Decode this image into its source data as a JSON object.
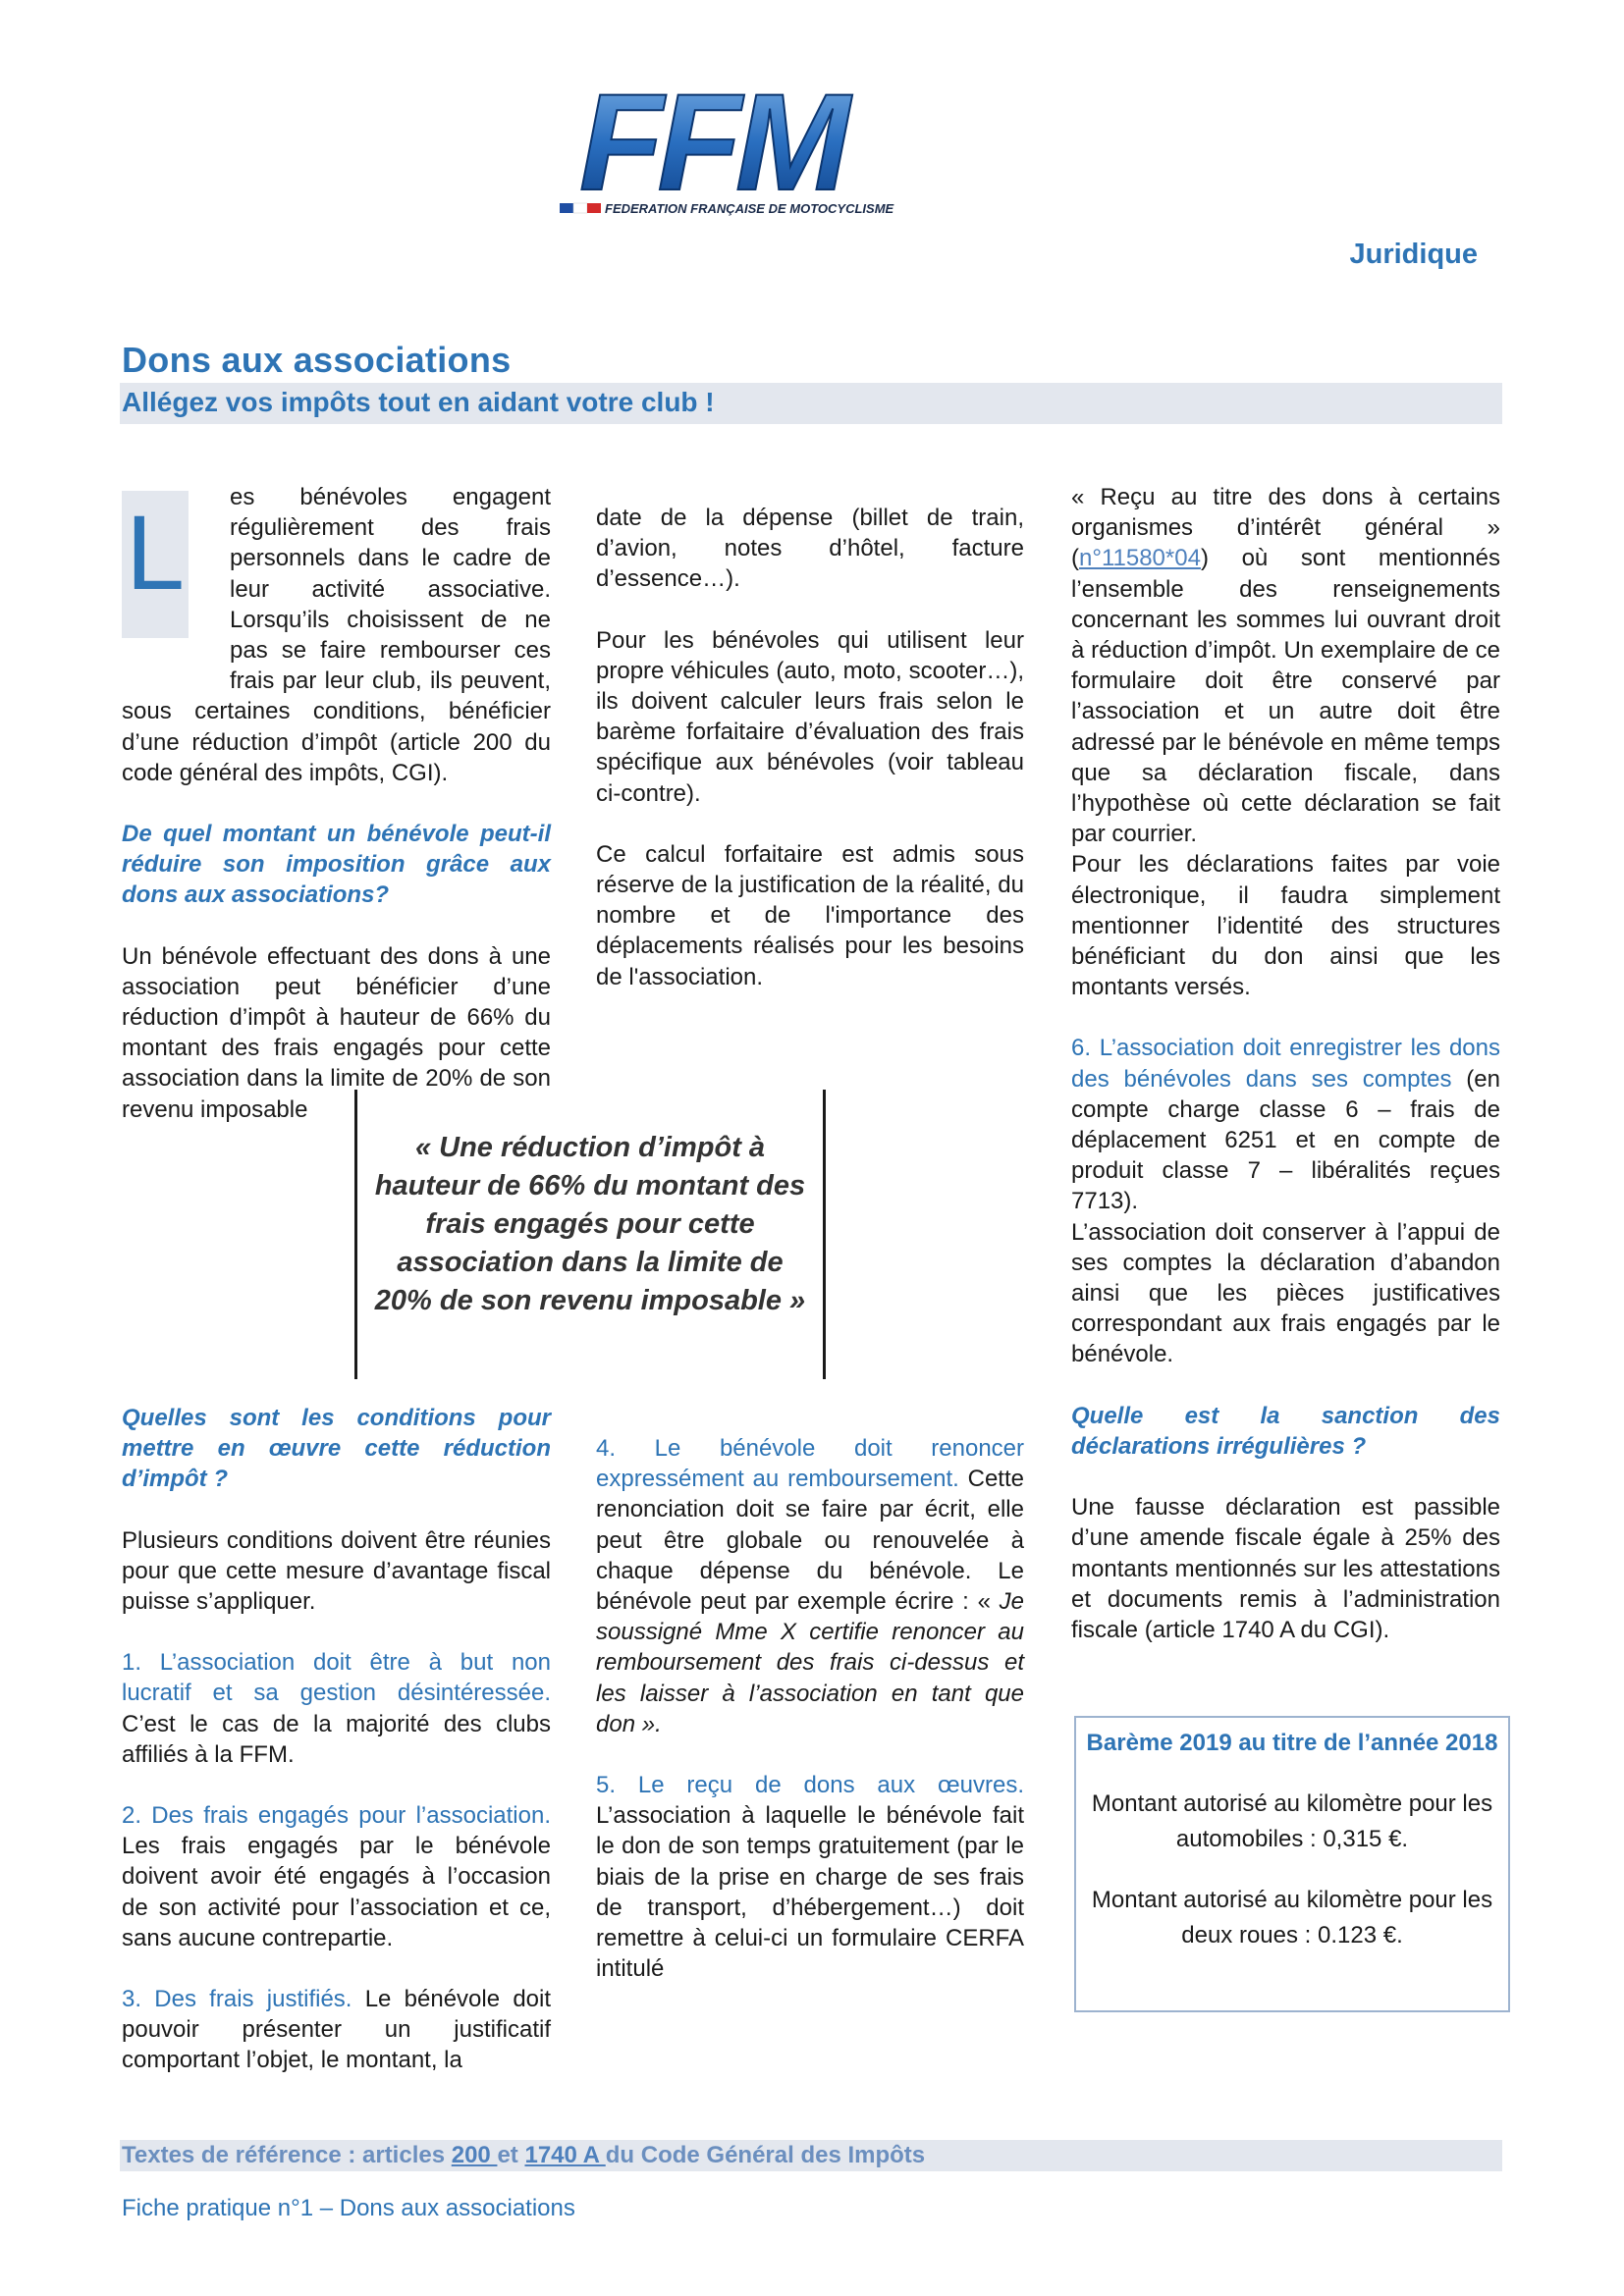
{
  "header": {
    "logo_text": "FFM",
    "logo_subtitle": "FEDERATION FRANÇAISE DE MOTOCYCLISME",
    "section": "Juridique"
  },
  "title": "Dons aux associations",
  "subtitle": "Allégez vos impôts tout en aidant votre club    !",
  "col1": {
    "dropcap": "L",
    "intro": "es bénévoles engagent régulièrement des frais personnels dans le cadre de leur activité associative. Lorsqu’ils choisissent de ne pas se faire rembourser ces frais par leur club, ils peuvent, sous certaines conditions, bénéficier d’une réduction d’impôt (article 200 du code général des impôts, CGI).",
    "q1": "De quel montant un bénévole peut-il réduire son imposition grâce aux dons aux associations?",
    "a1": "Un bénévole effectuant des dons à une association peut bénéficier d’une réduction d’impôt à hauteur de 66% du montant des frais engagés pour cette association dans la limite de 20% de son revenu imposable",
    "q2": "Quelles sont les conditions pour mettre en œuvre cette réduction d’impôt ?",
    "a2": "Plusieurs conditions doivent être réunies pour que cette mesure d’avantage fiscal puisse s’appliquer.",
    "c1_head": "1. L’association doit être à but non lucratif et sa gestion désintéressée.",
    "c1_text": " C’est le cas de la majorité des clubs affiliés à la FFM.",
    "c2_head": "2. Des frais engagés pour l’association.",
    "c2_text": " Les frais engagés par le bénévole doivent avoir été engagés à l’occasion de son activité pour l’association et ce, sans aucune contrepartie.",
    "c3_head": "3. Des frais justifiés.",
    "c3_text": " Le bénévole doit pouvoir présenter un justificatif comportant l’objet, le montant, la"
  },
  "col2": {
    "p1": "date de la dépense (billet de train, d’avion, notes d’hôtel, facture d’essence…).",
    "p2": "Pour les bénévoles qui utilisent leur propre véhicules (auto, moto, scooter…), ils doivent calculer leurs frais selon le barème forfaitaire d’évaluation des frais spécifique aux bénévoles (voir tableau ci-contre).",
    "p3": "Ce calcul forfaitaire est admis sous réserve de la justification de la réalité, du nombre et de l'importance des déplacements réalisés pour les besoins de l'association.",
    "c4_head": "4. Le bénévole doit renoncer expressément au remboursement.",
    "c4_text": " Cette renonciation doit se faire par écrit, elle peut être globale ou renouvelée à chaque dépense du bénévole. Le bénévole peut par exemple écrire : « ",
    "c4_quote": "Je soussigné Mme X certifie renoncer au remboursement des frais ci-dessus et les laisser à l’association en tant que don",
    "c4_end": " ».",
    "c5_head": "5. Le reçu de dons aux œuvres.",
    "c5_text": " L’association à laquelle le bénévole fait le don de son temps gratuitement (par le biais de la prise en charge de ses frais de transport, d’hébergement…) doit remettre à celui-ci un formulaire CERFA   intitulé"
  },
  "col3": {
    "p1_start": "« Reçu au titre des dons à certains organismes d’intérêt général » (",
    "p1_link": "n°11580*04",
    "p1_end": ") où sont mentionnés l’ensemble des renseignements concernant les sommes lui ouvrant droit à réduction d’impôt. Un exemplaire de ce formulaire doit être conservé par l’association et un autre doit être adressé par le bénévole en même temps que sa déclaration fiscale, dans l’hypothèse où cette déclaration se fait par courrier.",
    "p2": "Pour les déclarations faites par voie électronique, il faudra simplement mentionner l’identité des structures bénéficiant du don ainsi que les montants versés.",
    "c6_head": "6. L’association doit enregistrer les dons des bénévoles dans ses comptes",
    "c6_text": " (en compte charge classe 6 – frais de déplacement 6251 et en compte de produit classe 7 – libéralités reçues 7713).",
    "p3": "L’association doit conserver à l’appui de ses comptes la déclaration d’abandon ainsi que les pièces justificatives correspondant aux frais engagés par le bénévole.",
    "q3": "Quelle est la sanction des déclarations irrégulières ?",
    "a3": "Une fausse déclaration est passible d’une amende fiscale égale à 25% des montants mentionnés sur les attestations et documents remis à l’administration fiscale (article 1740 A du CGI)."
  },
  "pull_quote": "« Une réduction d’impôt à hauteur de 66% du montant des frais engagés pour cette association dans la limite de 20% de son revenu imposable »",
  "bareme": {
    "title": "Barème 2019 au titre de l’année 2018",
    "auto": "Montant autorisé au kilomètre pour les automobiles : 0,315 €.",
    "deux_roues": "Montant autorisé au kilomètre pour les deux roues : 0.123 €."
  },
  "references": {
    "label": "Textes de référence : articles ",
    "art1": "200 ",
    "mid": "et ",
    "art2": "1740 A ",
    "end": "du Code Général des Impôts"
  },
  "footer": "Fiche pratique n°1 – Dons aux associations",
  "colors": {
    "accent": "#2e74b5",
    "bar": "#e3e7ee",
    "link": "#4f81bd"
  }
}
